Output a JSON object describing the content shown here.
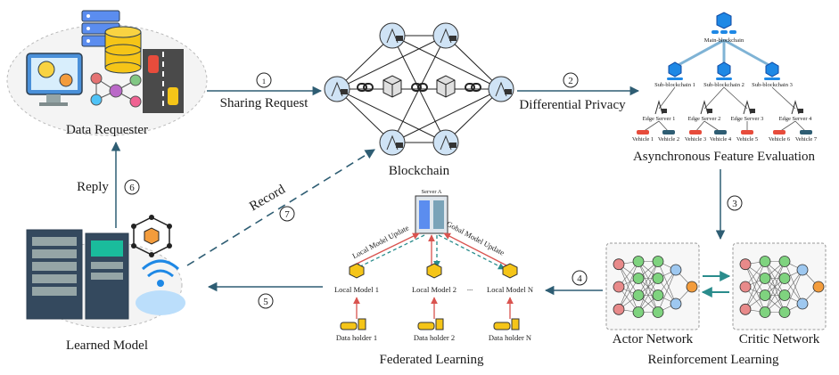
{
  "labels": {
    "data_requester": "Data Requester",
    "blockchain": "Blockchain",
    "async_feature_evaluation": "Asynchronous Feature Evaluation",
    "reinforcement_learning": "Reinforcement Learning",
    "federated_learning": "Federated Learning",
    "learned_model": "Learned Model"
  },
  "steps": {
    "s1": {
      "num": "1",
      "label": "Sharing Request"
    },
    "s2": {
      "num": "2",
      "label": "Differential Privacy"
    },
    "s3": {
      "num": "3"
    },
    "s4": {
      "num": "4"
    },
    "s5": {
      "num": "5"
    },
    "s6": {
      "num": "6",
      "label": "Reply"
    },
    "s7": {
      "num": "7",
      "label": "Record"
    }
  },
  "tree": {
    "main": "Main-blockchain",
    "subs": [
      "Sub-blockchain 1",
      "Sub-blockchain 2",
      "Sub-blockchain 3"
    ],
    "servers": [
      "Edge Server 1",
      "Edge Server 2",
      "Edge Server 3",
      "Edge Server 4"
    ],
    "vehicles": [
      "Vehicle 1",
      "Vehicle 2",
      "Vehicle 3",
      "Vehicle 4",
      "Vehicle 5",
      "Vehicle 6",
      "Vehicle 7"
    ]
  },
  "rl": {
    "actor": "Actor Network",
    "critic": "Critic Network"
  },
  "fl": {
    "server": "Server A",
    "local_update": "Local Model Update",
    "global_update": "Gobal Model Update",
    "models": [
      "Local Model 1",
      "Local Model 2",
      "Local Model N"
    ],
    "ellipsis": "...",
    "holders": [
      "Data holder 1",
      "Data holder 2",
      "Data holder N"
    ]
  },
  "colors": {
    "arrow": "#2e5d73",
    "red": "#d9534f",
    "teal": "#2a8c8c",
    "node_green": "#7fd37f",
    "node_blue": "#9ec8f0",
    "node_orange": "#f39c3c",
    "node_red": "#e88a8a"
  }
}
